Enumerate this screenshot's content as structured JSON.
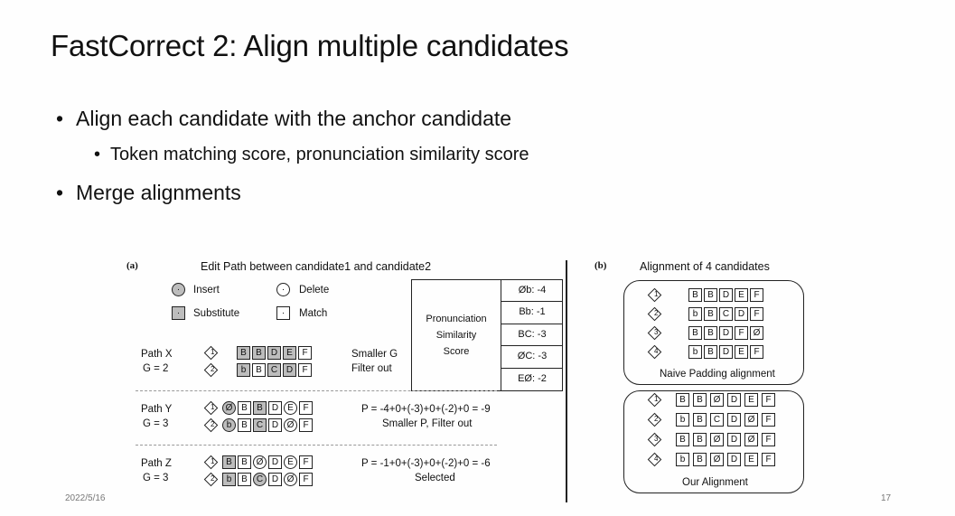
{
  "slide": {
    "title": "FastCorrect 2: Align multiple candidates",
    "bullets": [
      "Align each candidate with the anchor candidate",
      "Token matching score, pronunciation similarity score",
      "Merge alignments"
    ],
    "date": "2022/5/16",
    "page_number": "17"
  },
  "figure_a": {
    "panel_label": "(a)",
    "title": "Edit Path between candidate1 and candidate2",
    "legend": {
      "insert": "Insert",
      "delete": "Delete",
      "substitute": "Substitute",
      "match": "Match",
      "dot": "·"
    },
    "pron_table": {
      "label_lines": [
        "Pronunciation",
        "Similarity",
        "Score"
      ],
      "entries": [
        "Øb: -4",
        "Bb: -1",
        "BC: -3",
        "ØC: -3",
        "EØ: -2"
      ]
    },
    "paths": {
      "x": {
        "name": "Path X",
        "g": "G = 2",
        "note1": "Smaller G",
        "note2": "Filter out"
      },
      "y": {
        "name": "Path Y",
        "g": "G = 3",
        "note1": "P = -4+0+(-3)+0+(-2)+0 = -9",
        "note2": "Smaller P, Filter out"
      },
      "z": {
        "name": "Path Z",
        "g": "G = 3",
        "note1": "P = -1+0+(-3)+0+(-2)+0 = -6",
        "note2": "Selected"
      }
    },
    "rows": {
      "x1": [
        "B",
        "B",
        "D",
        "E",
        "F"
      ],
      "x2": [
        "b",
        "B",
        "C",
        "D",
        "F"
      ],
      "y1": [
        "Ø",
        "B",
        "B",
        "D",
        "E",
        "F"
      ],
      "y2": [
        "b",
        "B",
        "C",
        "D",
        "Ø",
        "F"
      ],
      "z1": [
        "B",
        "B",
        "Ø",
        "D",
        "E",
        "F"
      ],
      "z2": [
        "b",
        "B",
        "C",
        "D",
        "Ø",
        "F"
      ]
    },
    "nums": [
      "1",
      "2"
    ]
  },
  "figure_b": {
    "panel_label": "(b)",
    "title": "Alignment of 4 candidates",
    "naive_label": "Naive Padding alignment",
    "ours_label": "Our Alignment",
    "nums": [
      "1",
      "2",
      "3",
      "4"
    ],
    "naive": [
      [
        "B",
        "B",
        "D",
        "E",
        "F"
      ],
      [
        "b",
        "B",
        "C",
        "D",
        "F"
      ],
      [
        "B",
        "B",
        "D",
        "F",
        "Ø"
      ],
      [
        "b",
        "B",
        "D",
        "E",
        "F"
      ]
    ],
    "ours": [
      [
        "B",
        "B",
        "Ø",
        "D",
        "E",
        "F"
      ],
      [
        "b",
        "B",
        "C",
        "D",
        "Ø",
        "F"
      ],
      [
        "B",
        "B",
        "Ø",
        "D",
        "Ø",
        "F"
      ],
      [
        "b",
        "B",
        "Ø",
        "D",
        "E",
        "F"
      ]
    ]
  }
}
